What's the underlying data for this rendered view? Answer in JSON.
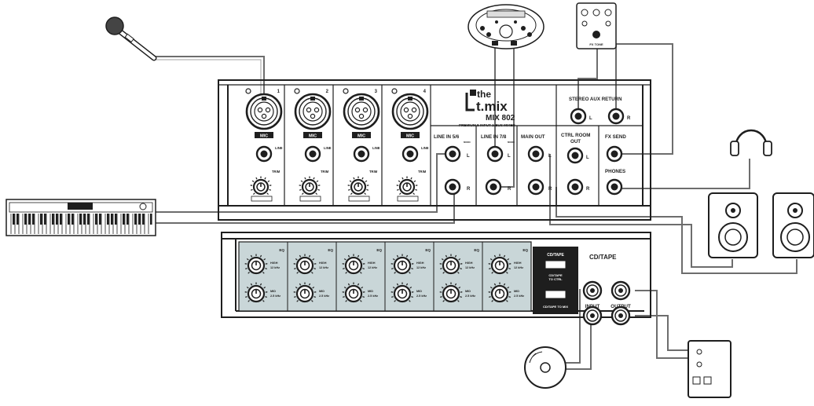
{
  "brand": {
    "line1": "the",
    "line2": "t.mix",
    "model": "MIX 802",
    "tagline": "PREMIUM 8-INPUT 2-BUS MIXER"
  },
  "channels": [
    {
      "number": "1",
      "mic_label": "MIC",
      "line_label": "LINE",
      "trim_label": "TRIM"
    },
    {
      "number": "2",
      "mic_label": "MIC",
      "line_label": "LINE",
      "trim_label": "TRIM"
    },
    {
      "number": "3",
      "mic_label": "MIC",
      "line_label": "LINE",
      "trim_label": "TRIM"
    },
    {
      "number": "4",
      "mic_label": "MIC",
      "line_label": "LINE",
      "trim_label": "TRIM"
    }
  ],
  "sections": {
    "line_in_56": "LINE IN 5/6",
    "line_in_78": "LINE IN 7/8",
    "main_out": "MAIN OUT",
    "stereo_aux_return": "STEREO AUX RETURN",
    "ctrl_room_out_1": "CTRL ROOM",
    "ctrl_room_out_2": "OUT",
    "fx_send": "FX SEND",
    "phones": "PHONES",
    "cd_tape": "CD/TAPE",
    "input": "INPUT",
    "output": "OUTPUT",
    "cd_tape_to_ctrl_1": "CD/TAPE",
    "cd_tape_to_ctrl_2": "TO CTRL",
    "cd_tape_to_mix": "CD/TAPE TO MIX",
    "fx_tone": "FX TONE",
    "mono": "MONO"
  },
  "jack_labels": {
    "left": "L",
    "right": "R"
  },
  "eq_strips": [
    {
      "eq_label": "EQ",
      "high_label": "HIGH",
      "high_freq": "12 kHz",
      "mid_label": "MID",
      "mid_freq": "2.5 kHz"
    },
    {
      "eq_label": "EQ",
      "high_label": "HIGH",
      "high_freq": "12 kHz",
      "mid_label": "MID",
      "mid_freq": "2.5 kHz"
    },
    {
      "eq_label": "EQ",
      "high_label": "HIGH",
      "high_freq": "12 kHz",
      "mid_label": "MID",
      "mid_freq": "2.5 kHz"
    },
    {
      "eq_label": "EQ",
      "high_label": "HIGH",
      "high_freq": "12 kHz",
      "mid_label": "MID",
      "mid_freq": "2.5 kHz"
    },
    {
      "eq_label": "EQ",
      "high_label": "HIGH",
      "high_freq": "12 kHz",
      "mid_label": "MID",
      "mid_freq": "2.5 kHz"
    },
    {
      "eq_label": "EQ",
      "high_label": "HIGH",
      "high_freq": "12 kHz",
      "mid_label": "MID",
      "mid_freq": "2.5 kHz"
    }
  ],
  "icons": [
    "microphone-icon",
    "drum-module-icon",
    "effects-pedal-icon",
    "keyboard-icon",
    "headphones-icon",
    "speaker-icon",
    "cd-icon",
    "tape-deck-icon"
  ],
  "colors": {
    "ink": "#1e1e1e",
    "cable": "#6d6d6d",
    "eq_panel": "#c9d6d8",
    "panel": "#ffffff"
  }
}
